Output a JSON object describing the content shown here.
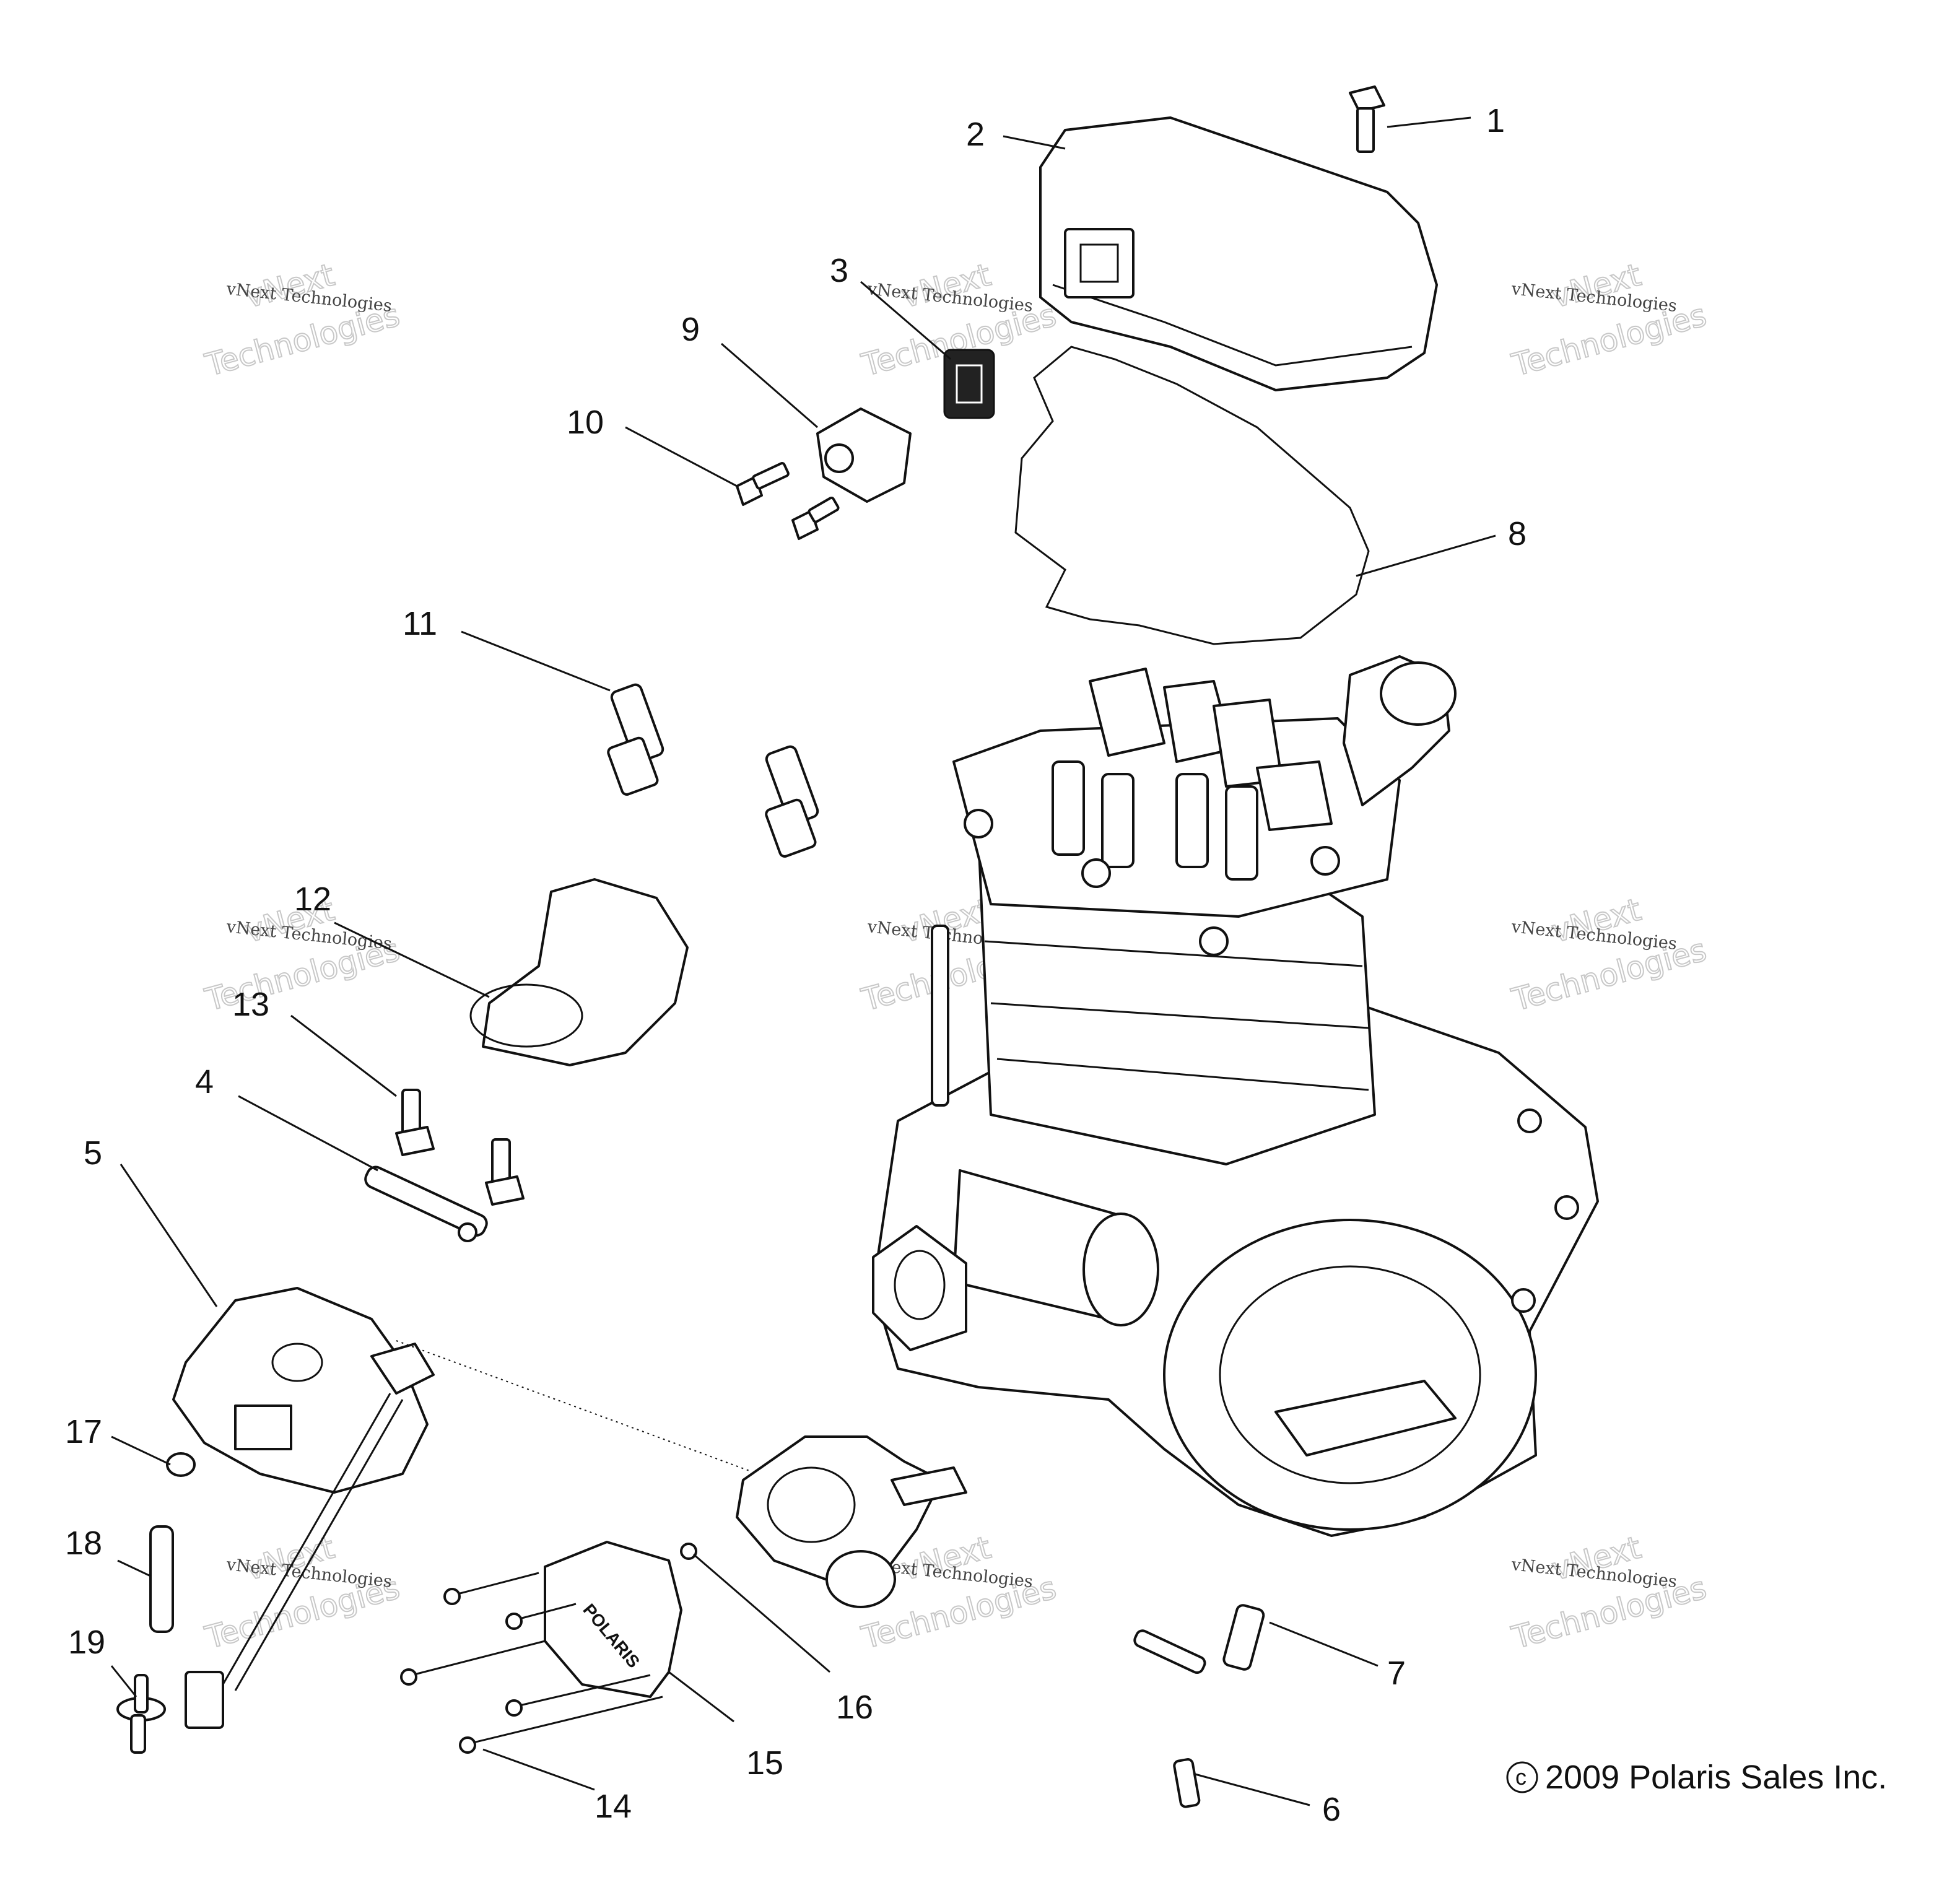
{
  "callouts": {
    "c1": "1",
    "c2": "2",
    "c3": "3",
    "c4": "4",
    "c5": "5",
    "c6": "6",
    "c7": "7",
    "c8": "8",
    "c9": "9",
    "c10": "10",
    "c11": "11",
    "c12": "12",
    "c13": "13",
    "c14": "14",
    "c15": "15",
    "c16": "16",
    "c17": "17",
    "c18": "18",
    "c19": "19"
  },
  "watermark": {
    "line1": "vNext Technologies",
    "outline_top": "vNext",
    "outline_bottom": "Technologies"
  },
  "copyright": "2009 Polaris Sales Inc.",
  "copyright_symbol": "c",
  "decal_text": "POLARIS"
}
